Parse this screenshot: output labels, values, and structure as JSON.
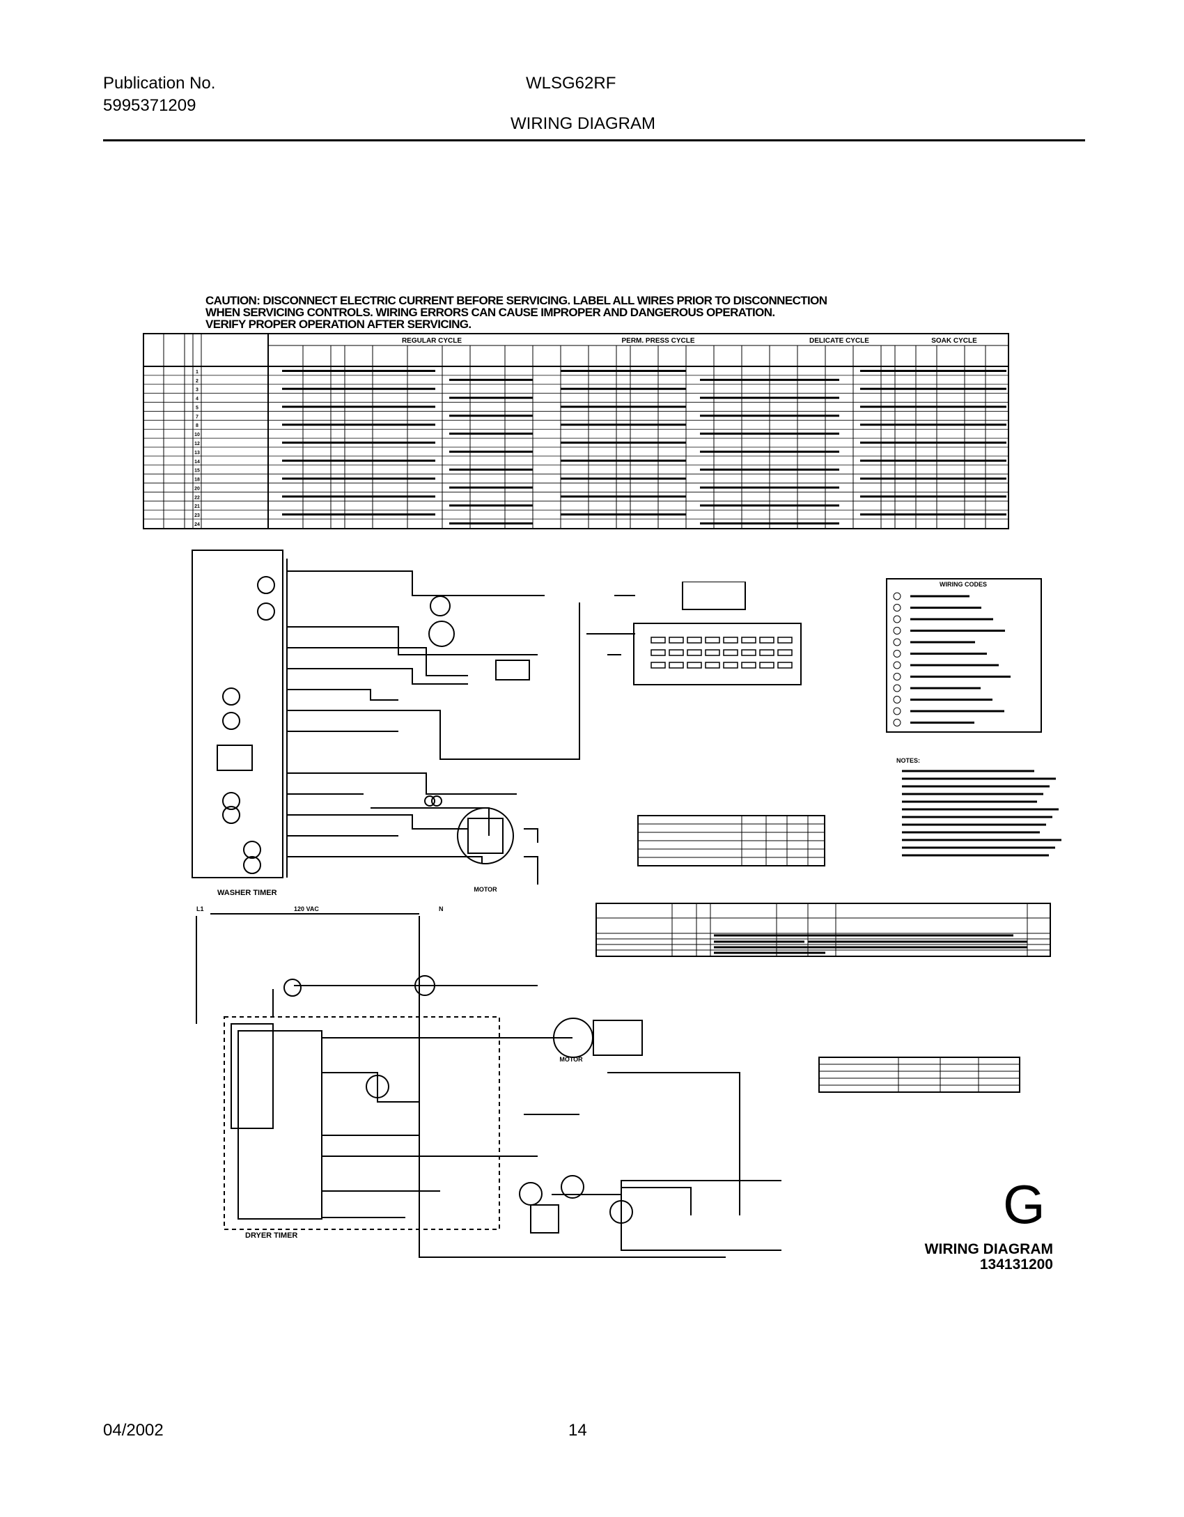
{
  "header": {
    "publication_label": "Publication No.",
    "publication_number": "5995371209",
    "model": "WLSG62RF",
    "title": "WIRING DIAGRAM"
  },
  "caution": {
    "line1": "CAUTION: DISCONNECT ELECTRIC CURRENT BEFORE SERVICING. LABEL ALL WIRES PRIOR TO DISCONNECTION",
    "line2": "WHEN SERVICING CONTROLS. WIRING ERRORS CAN CAUSE IMPROPER AND DANGEROUS OPERATION.",
    "line3": "VERIFY PROPER OPERATION AFTER SERVICING."
  },
  "washer_timer_chart": {
    "cycles": [
      "REGULAR CYCLE",
      "PERM. PRESS CYCLE",
      "DELICATE CYCLE",
      "SOAK CYCLE"
    ],
    "row_numbers": [
      "1",
      "2",
      "3",
      "4",
      "5",
      "7",
      "8",
      "10",
      "12",
      "13",
      "14",
      "15",
      "18",
      "20",
      "22",
      "21",
      "23",
      "24"
    ]
  },
  "washer": {
    "label": "WASHER TIMER",
    "motor_label": "MOTOR"
  },
  "dryer": {
    "timer_label": "DRYER TIMER",
    "motor_label": "MOTOR",
    "volts_label": "120 VAC",
    "l1": "L1",
    "n": "N"
  },
  "legend": {
    "title": "WIRING CODES"
  },
  "notes": {
    "title": "NOTES:"
  },
  "footer": {
    "date": "04/2002",
    "page": "14"
  },
  "diagram_id": {
    "letter": "G",
    "title": "WIRING DIAGRAM",
    "number": "134131200"
  }
}
